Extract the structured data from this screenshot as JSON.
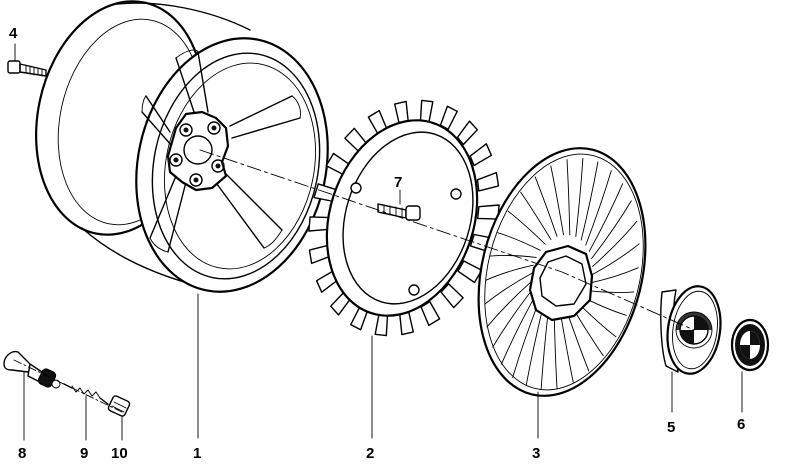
{
  "diagram": {
    "callouts": [
      "1",
      "2",
      "3",
      "4",
      "5",
      "6",
      "7",
      "8",
      "9",
      "10"
    ]
  },
  "parts": [
    {
      "key": "rim",
      "name": "wheel-rim",
      "label_index": 0
    },
    {
      "key": "ring",
      "name": "finned-ring",
      "label_index": 1
    },
    {
      "key": "cover",
      "name": "wheel-cover-disc",
      "label_index": 2
    },
    {
      "key": "bolt4",
      "name": "wheel-bolt",
      "label_index": 3
    },
    {
      "key": "hubcap",
      "name": "hub-cap",
      "label_index": 4
    },
    {
      "key": "emblem",
      "name": "emblem-badge",
      "label_index": 5
    },
    {
      "key": "screw7",
      "name": "screw",
      "label_index": 6
    },
    {
      "key": "valve",
      "name": "valve-stem",
      "label_index": 7
    },
    {
      "key": "core",
      "name": "valve-core",
      "label_index": 8
    },
    {
      "key": "cap",
      "name": "valve-cap",
      "label_index": 9
    }
  ],
  "colors": {
    "ink": "#000000",
    "paper": "#ffffff"
  }
}
